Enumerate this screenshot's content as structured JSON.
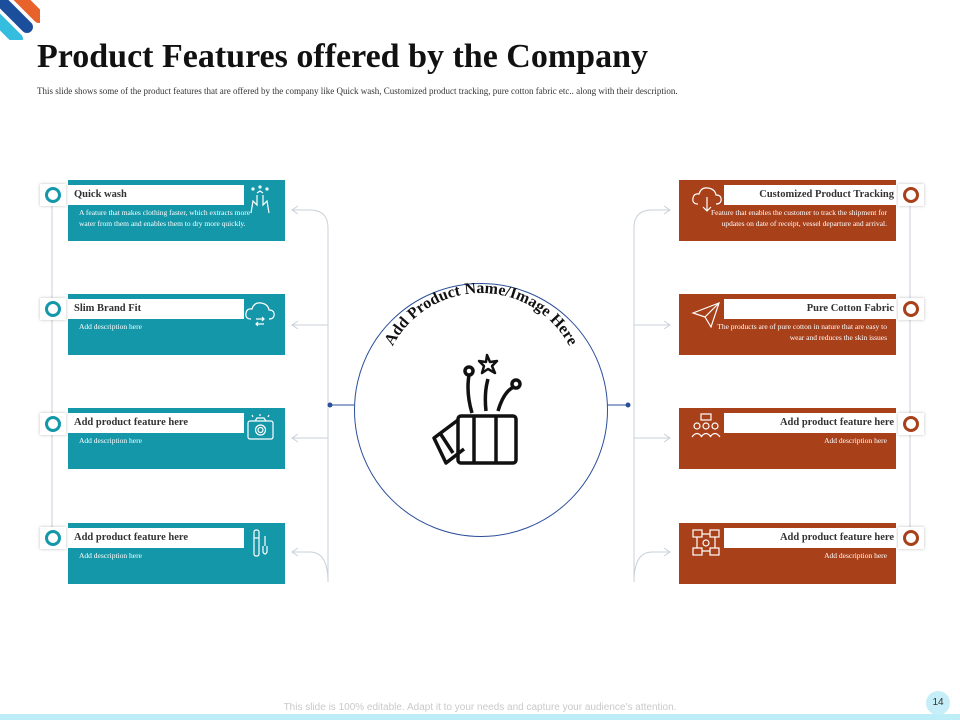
{
  "slide": {
    "title": "Product Features offered by the Company",
    "subtitle": "This slide shows some of the product features that are offered by the company like Quick wash, Customized product tracking, pure cotton fabric etc.. along with their description.",
    "center_label": "Add Product Name/Image Here",
    "footer_text": "This slide is 100% editable. Adapt it to your needs and capture your audience’s attention.",
    "page_number": "14"
  },
  "colors": {
    "teal": "#1497a8",
    "rust": "#a8401a",
    "circle_border": "#2b4f9a"
  },
  "left_features": [
    {
      "label": "Quick wash",
      "description": "A feature that makes clothing faster, which extracts more water from them and enables them to dry more quickly.",
      "icon": "washing-hands-icon"
    },
    {
      "label": "Slim Brand Fit",
      "description": "Add description here",
      "icon": "cloud-sync-icon"
    },
    {
      "label": "Add product feature here",
      "description": "Add description here",
      "icon": "camera-icon"
    },
    {
      "label": "Add product feature here",
      "description": "Add description here",
      "icon": "tools-icon"
    }
  ],
  "right_features": [
    {
      "label": "Customized Product Tracking",
      "description": "Feature that enables the customer to track the shipment for updates on date of receipt, vessel departure and arrival.",
      "icon": "cloud-download-icon"
    },
    {
      "label": "Pure Cotton Fabric",
      "description": "The products are of pure cotton in nature that are easy to wear and reduces the skin issues",
      "icon": "paper-plane-icon"
    },
    {
      "label": "Add product feature here",
      "description": "Add description here",
      "icon": "people-network-icon"
    },
    {
      "label": "Add product feature here",
      "description": "Add description here",
      "icon": "devices-network-icon"
    }
  ]
}
